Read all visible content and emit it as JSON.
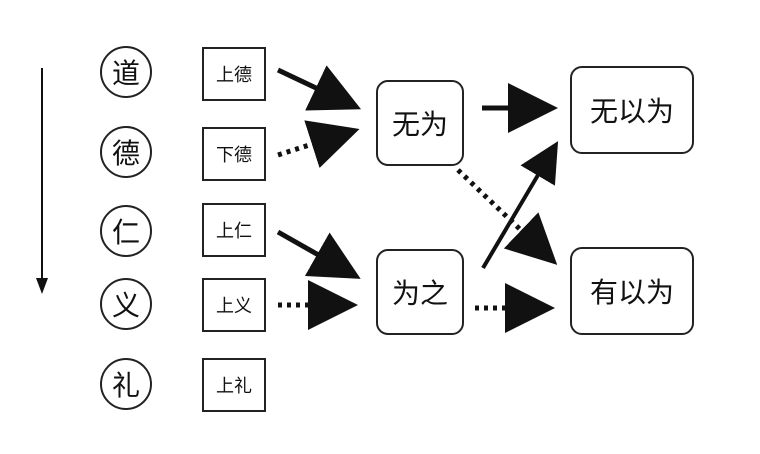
{
  "virtues": [
    "道",
    "德",
    "仁",
    "义",
    "礼"
  ],
  "levels": [
    "上德",
    "下德",
    "上仁",
    "上义",
    "上礼"
  ],
  "nodes": {
    "wuwei": "无为",
    "weizhi": "为之",
    "wuyiwei": "无以为",
    "youyiwei": "有以为"
  },
  "edges": [
    {
      "from": "上德",
      "to": "无为",
      "style": "solid"
    },
    {
      "from": "下德",
      "to": "无为",
      "style": "dotted"
    },
    {
      "from": "上仁",
      "to": "为之",
      "style": "solid"
    },
    {
      "from": "上义",
      "to": "为之",
      "style": "dotted"
    },
    {
      "from": "无为",
      "to": "无以为",
      "style": "solid"
    },
    {
      "from": "无为",
      "to": "有以为",
      "style": "dotted"
    },
    {
      "from": "为之",
      "to": "无以为",
      "style": "solid"
    },
    {
      "from": "为之",
      "to": "有以为",
      "style": "dotted"
    }
  ]
}
